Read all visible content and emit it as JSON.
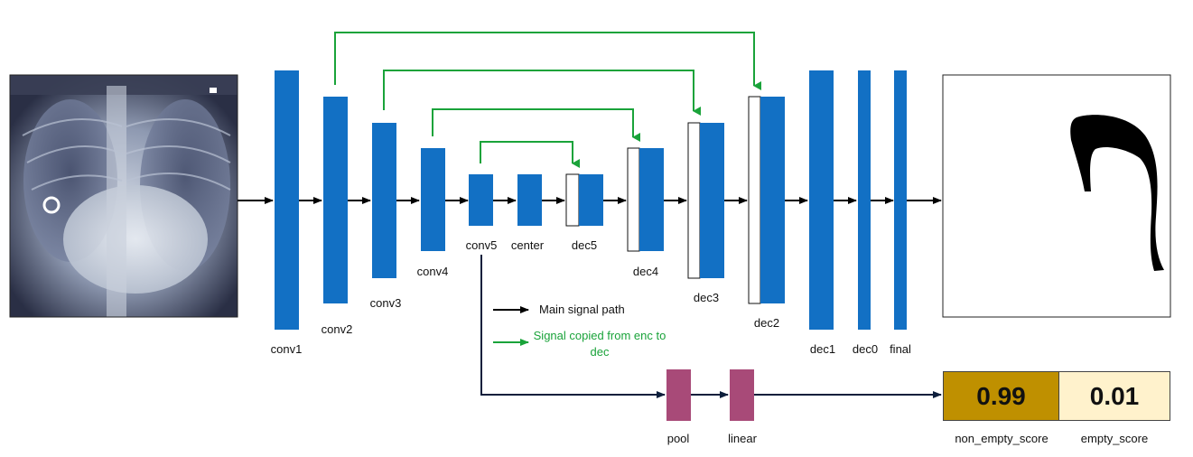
{
  "labels": {
    "conv1": "conv1",
    "conv2": "conv2",
    "conv3": "conv3",
    "conv4": "conv4",
    "conv5": "conv5",
    "center": "center",
    "dec5": "dec5",
    "dec4": "dec4",
    "dec3": "dec3",
    "dec2": "dec2",
    "dec1": "dec1",
    "dec0": "dec0",
    "final": "final",
    "pool": "pool",
    "linear": "linear"
  },
  "legend": {
    "main_path": "Main signal path",
    "copied": "Signal copied from enc to dec"
  },
  "scores": {
    "non_empty_value": "0.99",
    "empty_value": "0.01",
    "non_empty_label": "non_empty_score",
    "empty_label": "empty_score"
  },
  "colors": {
    "block": "#1270c4",
    "skip_arrow": "#1aa33a",
    "main_arrow": "#000000",
    "classifier_line": "#0d1f3c",
    "head_block": "#a84a78",
    "non_empty_fill": "#bf9000",
    "empty_fill": "#fff2cc"
  },
  "images": {
    "input": "chest-xray",
    "output": "segmentation-mask"
  }
}
